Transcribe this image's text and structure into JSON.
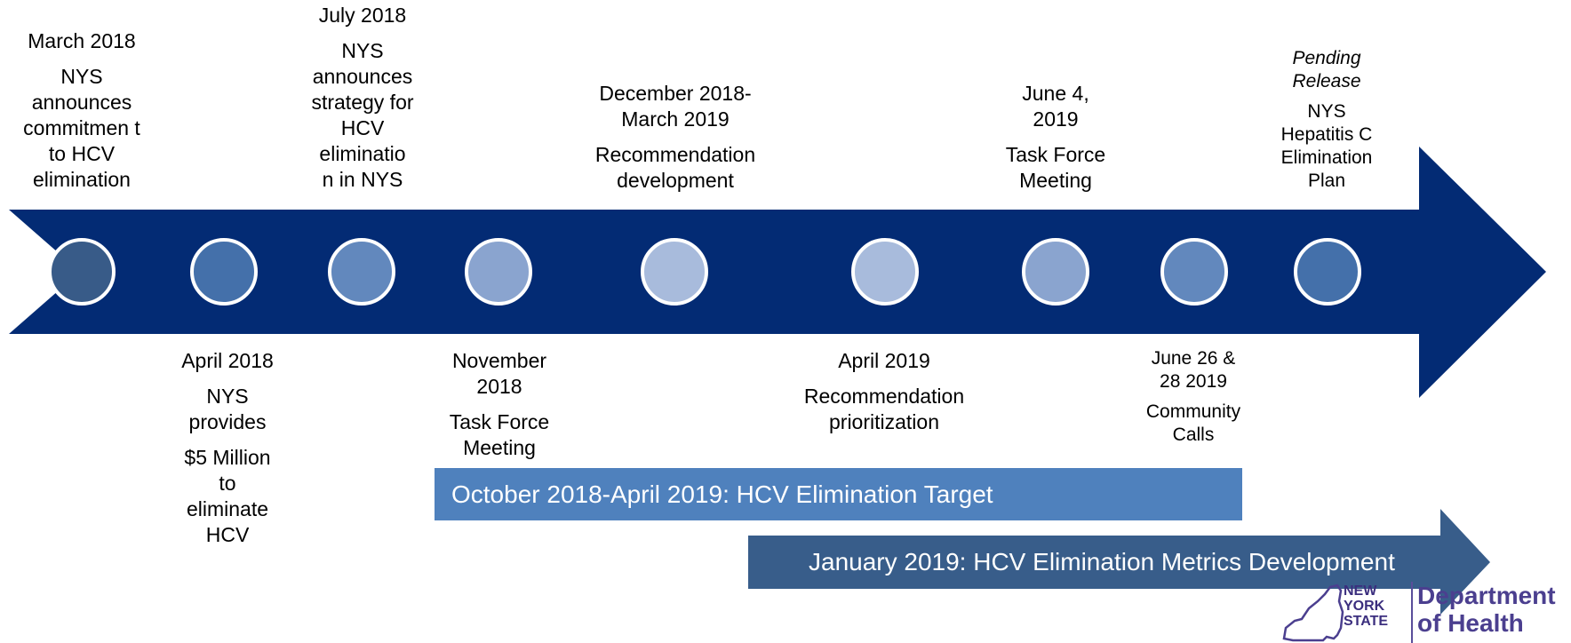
{
  "timeline": {
    "arrow_color": "#032b74",
    "milestones": [
      {
        "date": "March 2018",
        "desc": "NYS announces commitmen t to HCV elimination",
        "position": "above",
        "marker_color": "#385b88"
      },
      {
        "date": "April 2018",
        "desc": "NYS provides",
        "desc2": "$5 Million to eliminate HCV",
        "position": "below",
        "marker_color": "#4470aa"
      },
      {
        "date": "July 2018",
        "desc": "NYS announces strategy for HCV eliminatio n in NYS",
        "position": "above",
        "marker_color": "#6288bd"
      },
      {
        "date": "November 2018",
        "desc": "Task Force Meeting",
        "position": "below",
        "marker_color": "#8aa4cf"
      },
      {
        "date": "December 2018- March 2019",
        "desc": "Recommendation development",
        "position": "above",
        "marker_color": "#a8bbdc"
      },
      {
        "date": "April 2019",
        "desc": "Recommendation prioritization",
        "position": "below",
        "marker_color": "#a8bbdc"
      },
      {
        "date": "June 4, 2019",
        "desc": "Task Force Meeting",
        "position": "above",
        "marker_color": "#8aa4cf"
      },
      {
        "date": "June 26 & 28 2019",
        "desc": "Community Calls",
        "position": "below",
        "marker_color": "#6288bd"
      },
      {
        "date": "Pending Release",
        "desc": "NYS Hepatitis C Elimination Plan",
        "position": "above",
        "marker_color": "#4470aa"
      }
    ]
  },
  "bars": [
    {
      "label": "October 2018-April 2019:  HCV Elimination Target",
      "color": "#4f81bd"
    },
    {
      "label": "January 2019: HCV Elimination Metrics Development",
      "color": "#385d8a"
    }
  ],
  "logo": {
    "state_line1": "NEW",
    "state_line2": "YORK",
    "state_line3": "STATE",
    "dept_line1": "Department",
    "dept_line2": "of Health"
  }
}
